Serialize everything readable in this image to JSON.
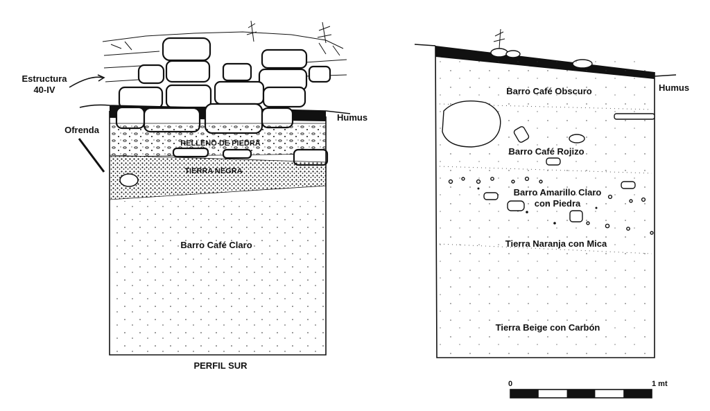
{
  "left_profile": {
    "caption": "PERFIL SUR",
    "structure_label_line1": "Estructura",
    "structure_label_line2": "40-IV",
    "offering_label": "Ofrenda",
    "humus_label": "Humus",
    "fill_label": "RELLENO DE PIEDRA",
    "black_earth_label": "TIERRA NEGRA",
    "bottom_layer_label": "Barro Café Claro"
  },
  "right_profile": {
    "humus_label": "Humus",
    "layers": [
      {
        "name": "Barro Café Obscuro"
      },
      {
        "name": "Barro Café Rojizo"
      },
      {
        "name": "Barro Amarillo Claro",
        "name_line2": "con Piedra"
      },
      {
        "name": "Tierra Naranja con Mica"
      },
      {
        "name": "Tierra Beige con Carbón"
      }
    ]
  },
  "scale_bar": {
    "start_label": "0",
    "end_label": "1 mt",
    "segments": 5
  }
}
